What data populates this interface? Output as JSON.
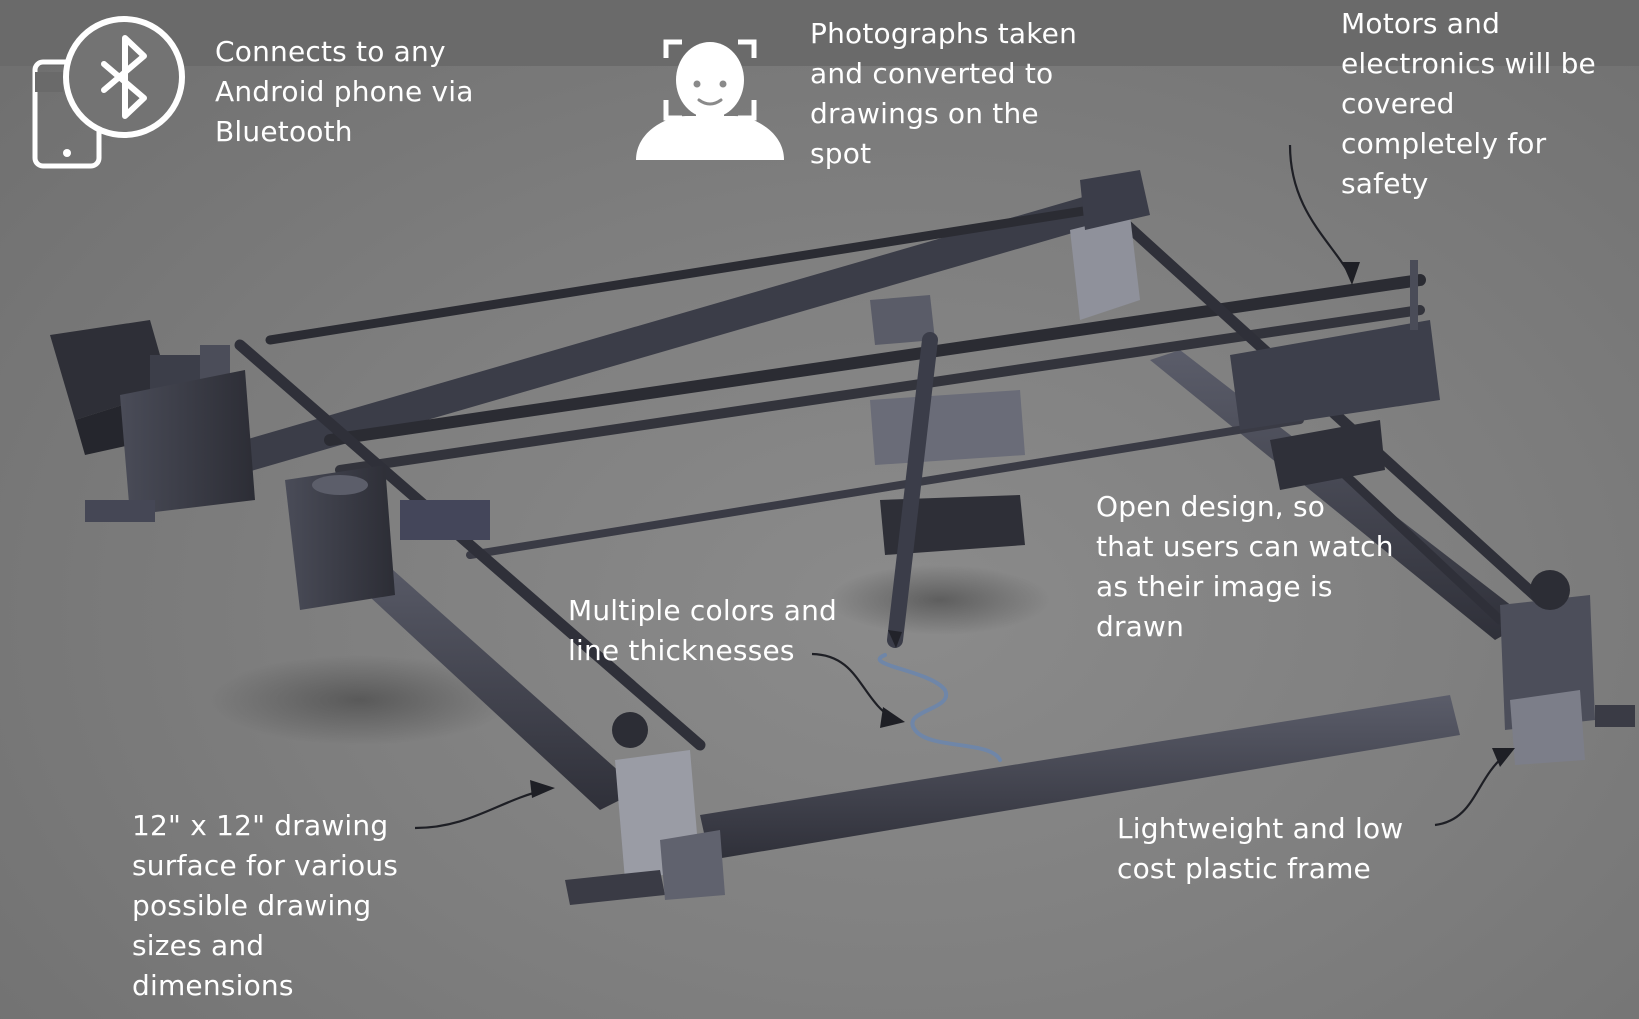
{
  "annotations": {
    "bluetooth": {
      "icon": "bluetooth-phone-icon",
      "lines": [
        "Connects to any",
        "Android phone via",
        "Bluetooth"
      ]
    },
    "photo": {
      "icon": "face-scan-icon",
      "lines": [
        "Photographs taken",
        "and converted to",
        "drawings on the",
        "spot"
      ]
    },
    "motors": {
      "lines": [
        "Motors and",
        "electronics will be",
        "covered",
        "completely for",
        "safety"
      ]
    },
    "open_design": {
      "lines": [
        "Open design, so",
        "that users can watch",
        "as their image is",
        "drawn"
      ]
    },
    "colors": {
      "lines": [
        "Multiple colors and",
        "line thicknesses"
      ]
    },
    "surface": {
      "lines": [
        "12\" x 12\" drawing",
        "surface for various",
        "possible drawing",
        "sizes and",
        "dimensions"
      ]
    },
    "frame": {
      "lines": [
        "Lightweight and low",
        "cost plastic frame"
      ]
    }
  },
  "colors": {
    "background": "#7d7d7d",
    "frame": "#3a3b45",
    "frame_light": "#5a5c68",
    "stroke_drawn": "#6f86a8",
    "text": "#ffffff"
  }
}
